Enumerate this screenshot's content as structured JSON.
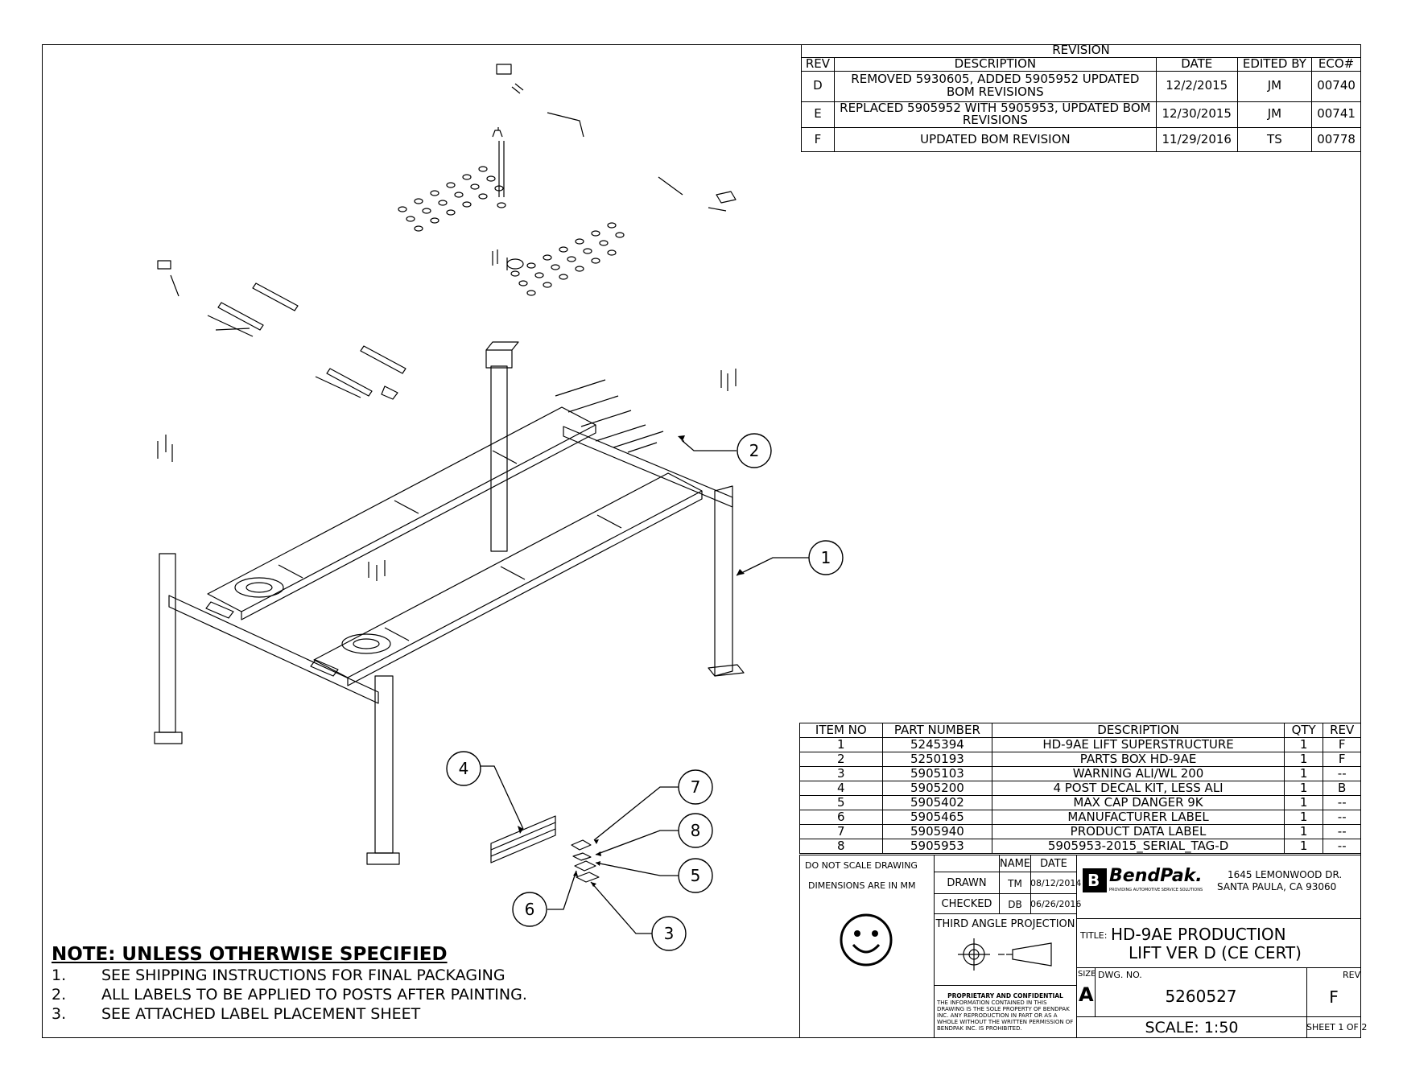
{
  "revision": {
    "title": "REVISION",
    "headers": [
      "REV",
      "DESCRIPTION",
      "DATE",
      "EDITED BY",
      "ECO#"
    ],
    "rows": [
      [
        "D",
        "REMOVED 5930605, ADDED 5905952 UPDATED BOM REVISIONS",
        "12/2/2015",
        "JM",
        "00740"
      ],
      [
        "E",
        "REPLACED 5905952 WITH 5905953, UPDATED BOM REVISIONS",
        "12/30/2015",
        "JM",
        "00741"
      ],
      [
        "F",
        "UPDATED BOM REVISION",
        "11/29/2016",
        "TS",
        "00778"
      ]
    ]
  },
  "bom": {
    "headers": [
      "ITEM NO",
      "PART NUMBER",
      "DESCRIPTION",
      "QTY",
      "REV"
    ],
    "rows": [
      [
        "1",
        "5245394",
        "HD-9AE LIFT SUPERSTRUCTURE",
        "1",
        "F"
      ],
      [
        "2",
        "5250193",
        "PARTS BOX HD-9AE",
        "1",
        "F"
      ],
      [
        "3",
        "5905103",
        "WARNING ALI/WL 200",
        "1",
        "--"
      ],
      [
        "4",
        "5905200",
        "4 POST DECAL KIT, LESS ALI",
        "1",
        "B"
      ],
      [
        "5",
        "5905402",
        "MAX CAP DANGER 9K",
        "1",
        "--"
      ],
      [
        "6",
        "5905465",
        "MANUFACTURER LABEL",
        "1",
        "--"
      ],
      [
        "7",
        "5905940",
        "PRODUCT DATA LABEL",
        "1",
        "--"
      ],
      [
        "8",
        "5905953",
        "5905953-2015_SERIAL_TAG-D",
        "1",
        "--"
      ]
    ]
  },
  "titleblock": {
    "do_not_scale": "DO NOT SCALE DRAWING",
    "dimensions": "DIMENSIONS ARE IN MM",
    "name_header": "NAME",
    "date_header": "DATE",
    "drawn_label": "DRAWN",
    "drawn_name": "TM",
    "drawn_date": "08/12/2014",
    "checked_label": "CHECKED",
    "checked_name": "DB",
    "checked_date": "06/26/2016",
    "projection": "THIRD ANGLE PROJECTION",
    "proprietary_title": "PROPRIETARY AND CONFIDENTIAL",
    "proprietary_text": "THE INFORMATION CONTAINED IN THIS DRAWING IS THE SOLE PROPERTY OF BENDPAK INC. ANY REPRODUCTION IN PART OR AS A WHOLE WITHOUT THE WRITTEN PERMISSION OF BENDPAK INC. IS PROHIBITED.",
    "company": "BendPak.",
    "company_tagline": "PROVIDING AUTOMOTIVE SERVICE SOLUTIONS",
    "address_line1": "1645 LEMONWOOD DR.",
    "address_line2": "SANTA PAULA, CA 93060",
    "title_label": "TITLE:",
    "title_line1": "HD-9AE PRODUCTION",
    "title_line2": "LIFT VER D (CE CERT)",
    "size_label": "SIZE",
    "size_value": "A",
    "dwg_label": "DWG. NO.",
    "dwg_value": "5260527",
    "rev_label": "REV",
    "rev_value": "F",
    "scale": "SCALE: 1:50",
    "sheet": "SHEET 1 OF 2"
  },
  "notes": {
    "heading": "NOTE: UNLESS OTHERWISE SPECIFIED",
    "items": [
      {
        "num": "1.",
        "text": "SEE SHIPPING INSTRUCTIONS FOR FINAL PACKAGING"
      },
      {
        "num": "2.",
        "text": "ALL LABELS TO BE APPLIED TO POSTS AFTER PAINTING."
      },
      {
        "num": "3.",
        "text": "SEE ATTACHED LABEL PLACEMENT SHEET"
      }
    ]
  },
  "balloons": [
    "1",
    "2",
    "3",
    "4",
    "5",
    "6",
    "7",
    "8"
  ]
}
